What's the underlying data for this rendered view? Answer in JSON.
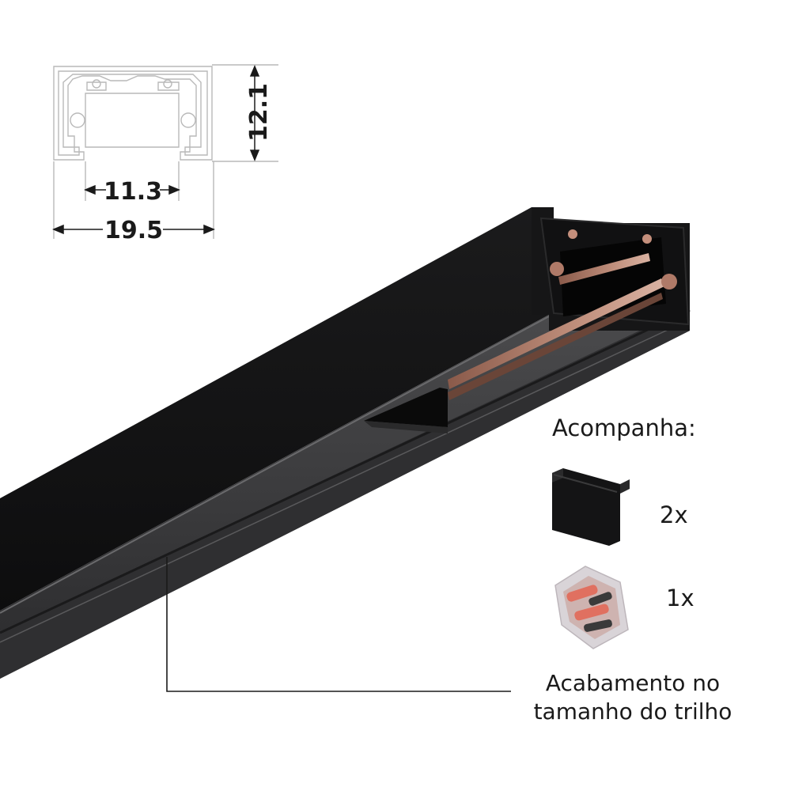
{
  "dimensions": {
    "height": "12.1",
    "inner_width": "11.3",
    "outer_width": "19.5"
  },
  "includes": {
    "title": "Acompanha:",
    "items": [
      {
        "icon": "end-cap-icon",
        "quantity": "2x"
      },
      {
        "icon": "connector-pack-icon",
        "quantity": "1x"
      }
    ]
  },
  "callout": {
    "line1": "Acabamento no",
    "line2": "tamanho do trilho"
  },
  "colors": {
    "profile": "#0f0f10",
    "copper": "#b07a68",
    "background": "#ffffff"
  }
}
